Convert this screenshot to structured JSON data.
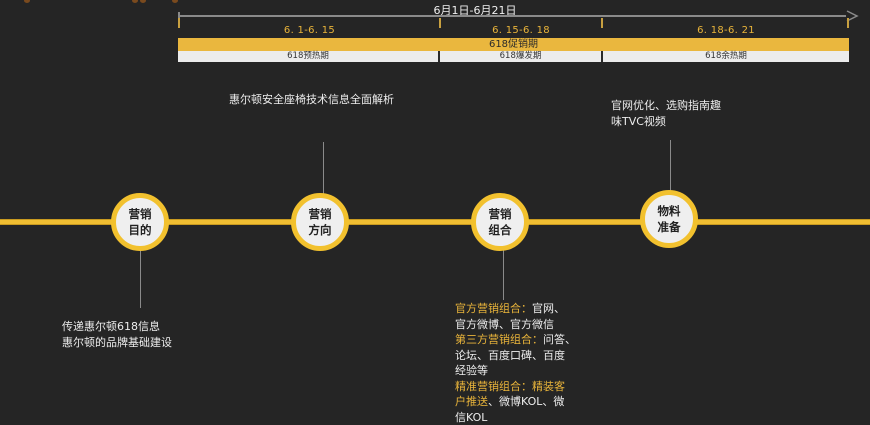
{
  "header": {
    "date_range": "6月1日-6月21日",
    "periods": [
      {
        "label": "6. 1-6. 15"
      },
      {
        "label": "6. 15-6. 18"
      },
      {
        "label": "6. 18-6. 21"
      }
    ],
    "promo_bar": "618促销期",
    "phases": [
      {
        "label": "618预热期"
      },
      {
        "label": "618爆发期"
      },
      {
        "label": "618余热期"
      }
    ]
  },
  "colors": {
    "background": "#252525",
    "accent": "#eab73e",
    "timeline": "#f0be32",
    "node_fill": "#efefef"
  },
  "nodes": [
    {
      "line1": "营销",
      "line2": "目的"
    },
    {
      "line1": "营销",
      "line2": "方向"
    },
    {
      "line1": "营销",
      "line2": "组合"
    },
    {
      "line1": "物料",
      "line2": "准备"
    }
  ],
  "notes": {
    "purpose": [
      "传递惠尔顿618信息",
      "惠尔顿的品牌基础建设"
    ],
    "direction": "惠尔顿安全座椅技术信息全面解析",
    "combination": [
      {
        "highlight": "官方营销组合：",
        "text": "官网、"
      },
      {
        "highlight": "",
        "text": "官方微博、官方微信"
      },
      {
        "highlight": "第三方营销组合：",
        "text": "问答、"
      },
      {
        "highlight": "",
        "text": "论坛、百度口碑、百度"
      },
      {
        "highlight": "",
        "text": "经验等"
      },
      {
        "highlight": "精准营销组合：精装客",
        "text": ""
      },
      {
        "highlight": "户推送",
        "text": "、微博KOL、微"
      },
      {
        "highlight": "",
        "text": "信KOL"
      }
    ],
    "materials": [
      "官网优化、选购指南趣",
      "味TVC视频"
    ]
  }
}
